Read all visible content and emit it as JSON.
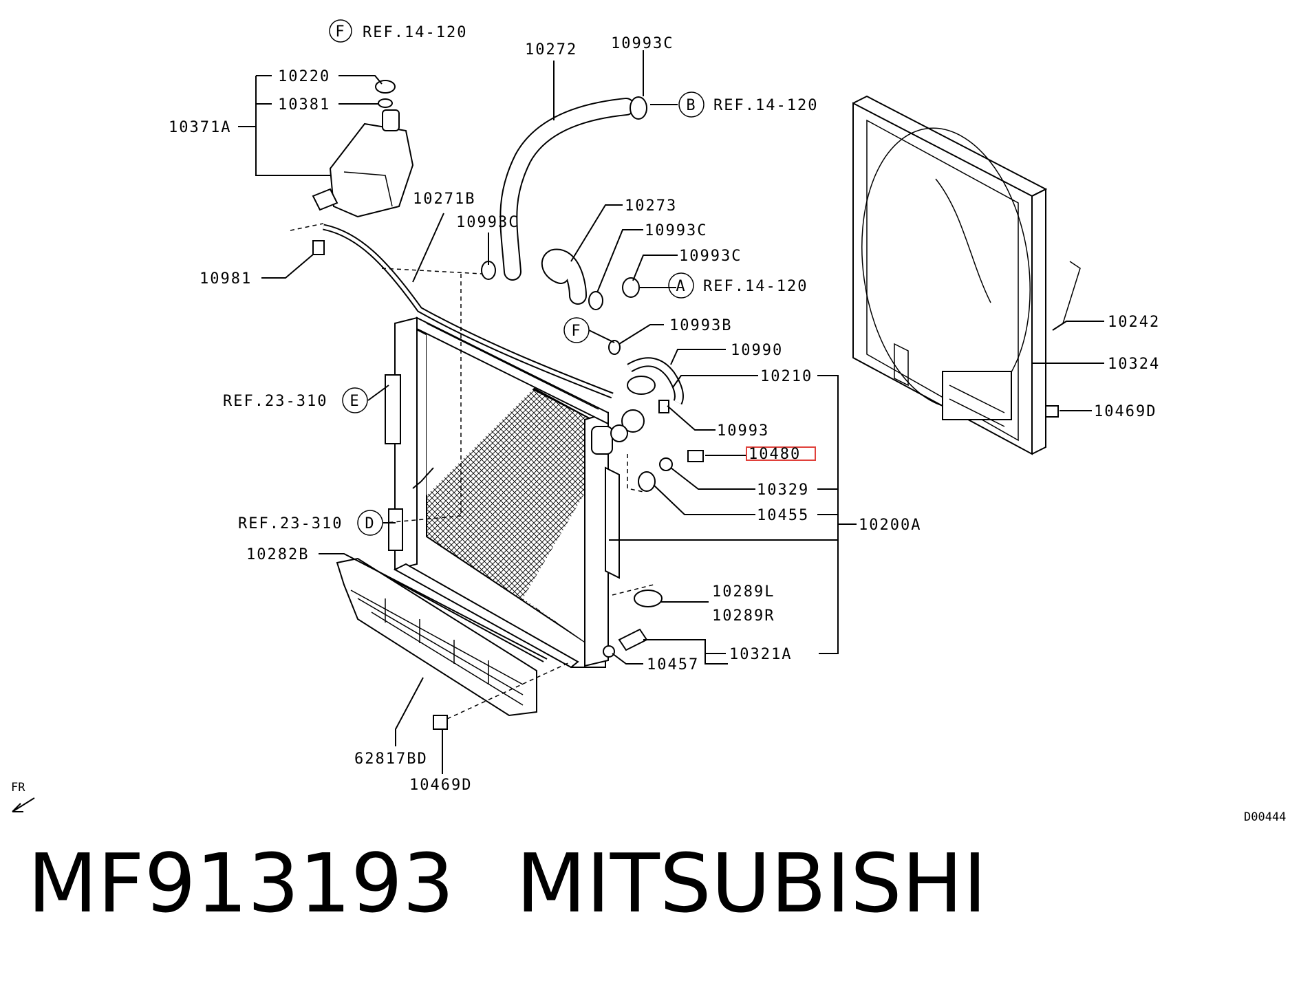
{
  "caption": {
    "part_number": "MF913193",
    "brand": "MITSUBISHI"
  },
  "diagram_code": "D00444",
  "front_marker": "FR",
  "refs": [
    {
      "letter": "F",
      "text": "REF.14-120"
    },
    {
      "letter": "B",
      "text": "REF.14-120"
    },
    {
      "letter": "A",
      "text": "REF.14-120"
    },
    {
      "letter": "E",
      "text": "REF.23-310"
    },
    {
      "letter": "D",
      "text": "REF.23-310"
    },
    {
      "letter": "F",
      "text": ""
    }
  ],
  "parts": {
    "p10220": "10220",
    "p10381": "10381",
    "p10371A": "10371A",
    "p10272": "10272",
    "p10993C_top": "10993C",
    "p10271B": "10271B",
    "p10993C_left": "10993C",
    "p10273": "10273",
    "p10993C_mid": "10993C",
    "p10993C_low": "10993C",
    "p10981": "10981",
    "p10993B": "10993B",
    "p10990": "10990",
    "p10210": "10210",
    "p10993": "10993",
    "p10480": "10480",
    "p10329": "10329",
    "p10455": "10455",
    "p10200A": "10200A",
    "p10282B": "10282B",
    "p10289L": "10289L",
    "p10289R": "10289R",
    "p10457": "10457",
    "p10321A": "10321A",
    "p62817BD": "62817BD",
    "p10469D_bottom": "10469D",
    "p10242": "10242",
    "p10324": "10324",
    "p10469D_right": "10469D"
  },
  "highlighted_part": "10480",
  "colors": {
    "line": "#000000",
    "highlight": "#e0403a",
    "background": "#ffffff"
  }
}
